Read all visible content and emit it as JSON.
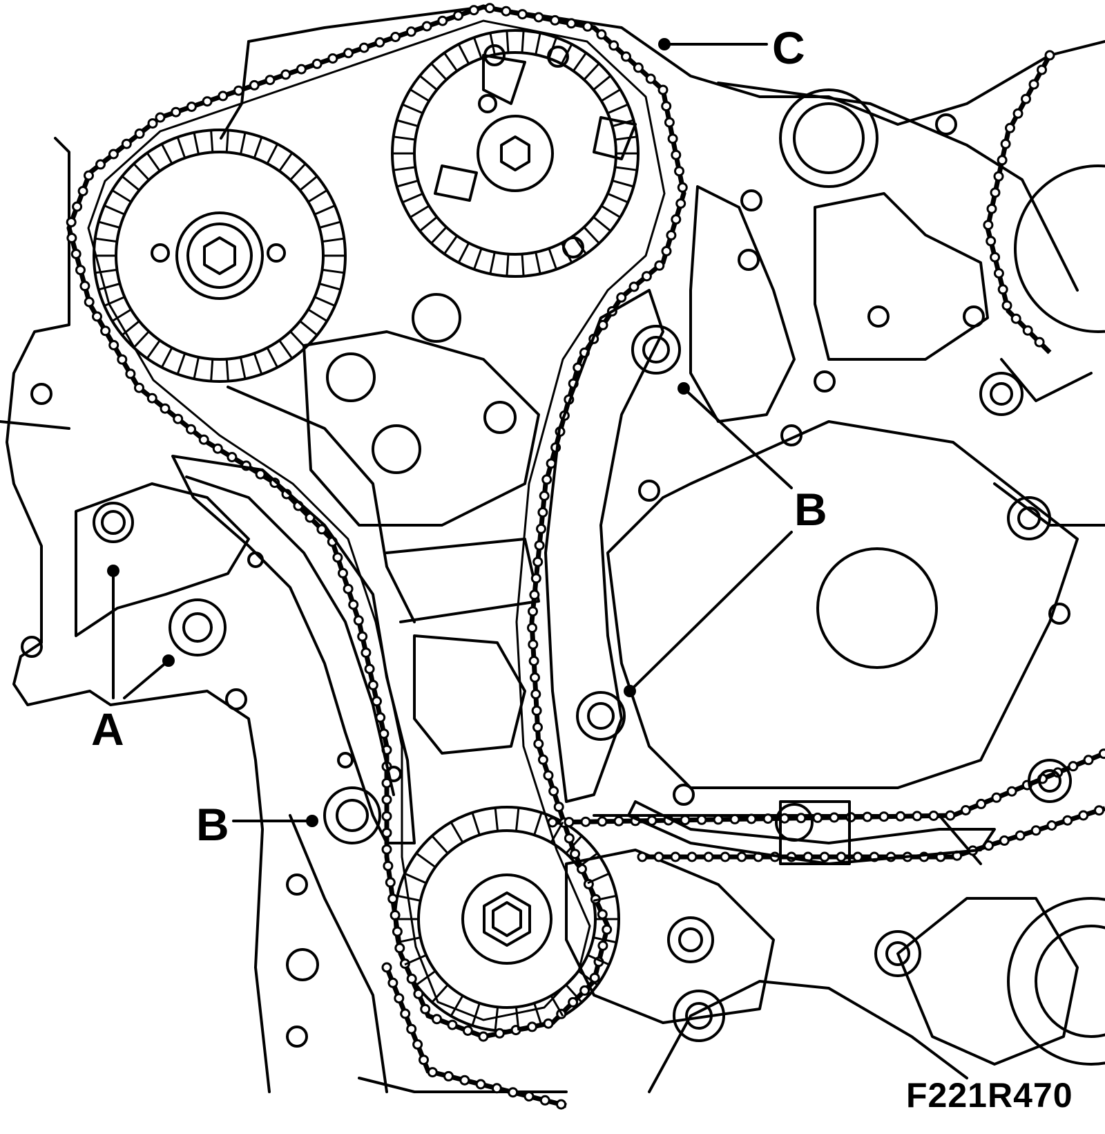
{
  "labels": {
    "a": "A",
    "b1": "B",
    "b2": "B",
    "c": "C"
  },
  "figure_ref": "F221R470",
  "colors": {
    "ink": "#000000",
    "paper": "#ffffff"
  }
}
